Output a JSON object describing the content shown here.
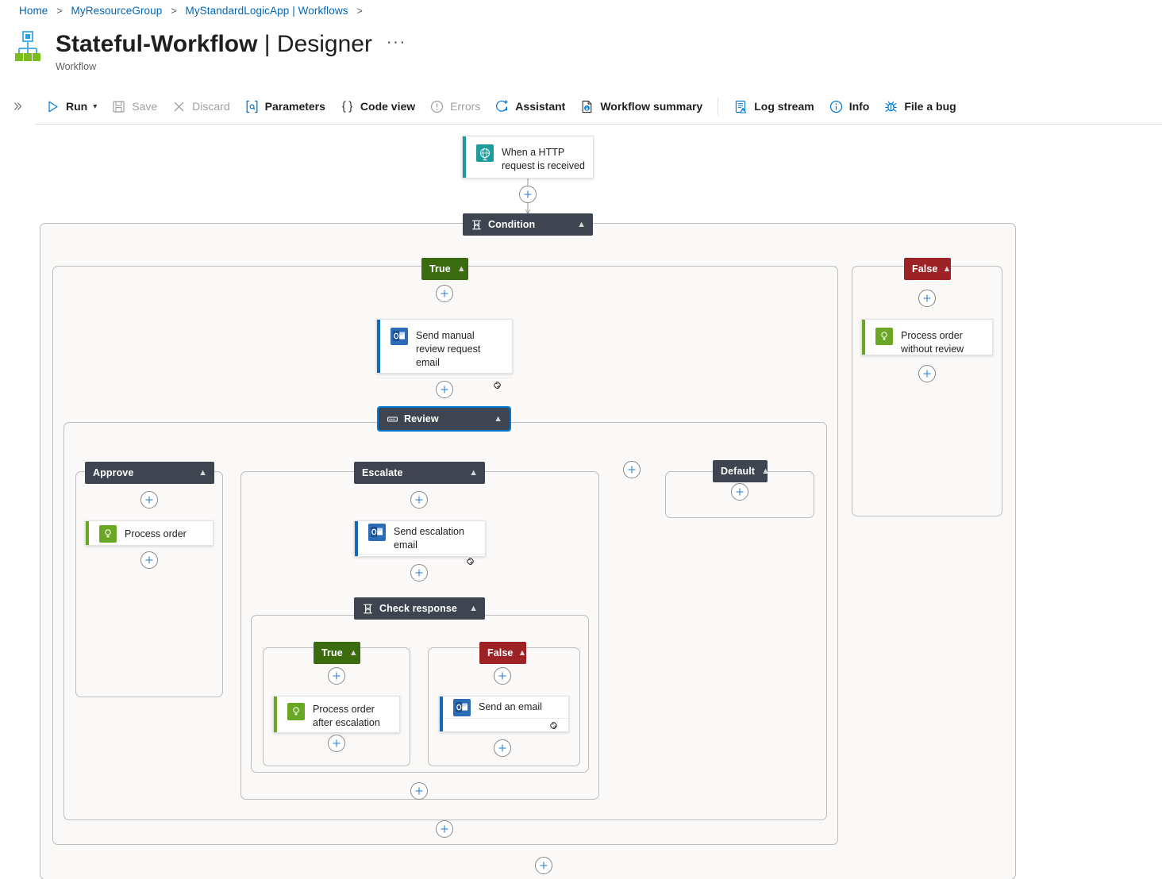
{
  "breadcrumb": {
    "items": [
      "Home",
      "MyResourceGroup",
      "MyStandardLogicApp | Workflows"
    ],
    "separator": ">"
  },
  "header": {
    "title_name": "Stateful-Workflow",
    "title_sep": " | ",
    "title_page": "Designer",
    "ellipsis": "···",
    "subtitle": "Workflow",
    "icon": "logic-app-workflow-icon"
  },
  "commandbar": {
    "expand_icon": "chevron-double-right-icon",
    "items": [
      {
        "label": "Run",
        "icon": "play-icon",
        "disabled": false,
        "caret": true
      },
      {
        "label": "Save",
        "icon": "save-disk-icon",
        "disabled": true,
        "caret": false
      },
      {
        "label": "Discard",
        "icon": "close-x-icon",
        "disabled": true,
        "caret": false
      },
      {
        "label": "Parameters",
        "icon": "at-bracket-icon",
        "disabled": false,
        "caret": false
      },
      {
        "label": "Code view",
        "icon": "curly-braces-icon",
        "disabled": false,
        "caret": false
      },
      {
        "label": "Errors",
        "icon": "error-circle-icon",
        "disabled": true,
        "caret": false
      },
      {
        "label": "Assistant",
        "icon": "assistant-sparkle-icon",
        "disabled": false,
        "caret": false
      },
      {
        "label": "Workflow summary",
        "icon": "document-download-icon",
        "disabled": false,
        "caret": false
      }
    ],
    "items_right": [
      {
        "label": "Log stream",
        "icon": "log-stream-icon",
        "disabled": false
      },
      {
        "label": "Info",
        "icon": "info-circle-icon",
        "disabled": false
      },
      {
        "label": "File a bug",
        "icon": "bug-icon",
        "disabled": false
      }
    ]
  },
  "colors": {
    "accent_blue": "#0067b8",
    "link_blue": "#0078d4",
    "scope_header": "#3f4550",
    "true_green": "#3a6b0e",
    "false_red": "#9c2225",
    "outlook_blue": "#0f6cbd",
    "compose_green": "#6aa724",
    "request_teal": "#1f9b9b",
    "canvas_scope_bg": "#faf9f8",
    "scope_border": "#bdbdbd"
  },
  "designer": {
    "trigger": {
      "title": "When a HTTP request is received",
      "icon": "http-request-icon",
      "accent": "#1f9b9b",
      "has_connection_footer": false
    },
    "condition": {
      "label": "Condition",
      "icon": "condition-icon",
      "chevron": "chevron-up-icon",
      "selected": false
    },
    "branch_true": {
      "label": "True",
      "chevron": "chevron-up-icon"
    },
    "branch_false": {
      "label": "False",
      "chevron": "chevron-up-icon"
    },
    "actions": {
      "send_manual_review": {
        "title": "Send manual review request email",
        "icon": "outlook-icon",
        "accent": "#0f6cbd",
        "footer_icon": "connection-link-icon"
      },
      "process_without_review": {
        "title": "Process order without review",
        "icon": "compose-icon",
        "accent": "#6aa724",
        "footer_icon": null
      },
      "process_order": {
        "title": "Process order",
        "icon": "compose-icon",
        "accent": "#6aa724",
        "footer_icon": null
      },
      "send_escalation_email": {
        "title": "Send escalation email",
        "icon": "outlook-icon",
        "accent": "#0f6cbd",
        "footer_icon": "connection-link-icon"
      },
      "process_after_escalation": {
        "title": "Process order after escalation",
        "icon": "compose-icon",
        "accent": "#6aa724",
        "footer_icon": null
      },
      "send_an_email": {
        "title": "Send an email",
        "icon": "outlook-icon",
        "accent": "#0f6cbd",
        "footer_icon": "connection-link-icon"
      }
    },
    "switch": {
      "label": "Review",
      "icon": "switch-icon",
      "chevron": "chevron-up-icon",
      "selected": true,
      "cases": [
        {
          "label": "Approve",
          "chevron": "chevron-up-icon"
        },
        {
          "label": "Escalate",
          "chevron": "chevron-up-icon"
        },
        {
          "label": "Default",
          "chevron": "chevron-up-icon"
        }
      ]
    },
    "nested_condition": {
      "label": "Check response",
      "icon": "condition-icon",
      "chevron": "chevron-up-icon",
      "branch_true": "True",
      "branch_false": "False"
    },
    "add_button_glyph": "+",
    "add_button_name": "insert-new-step-button"
  }
}
